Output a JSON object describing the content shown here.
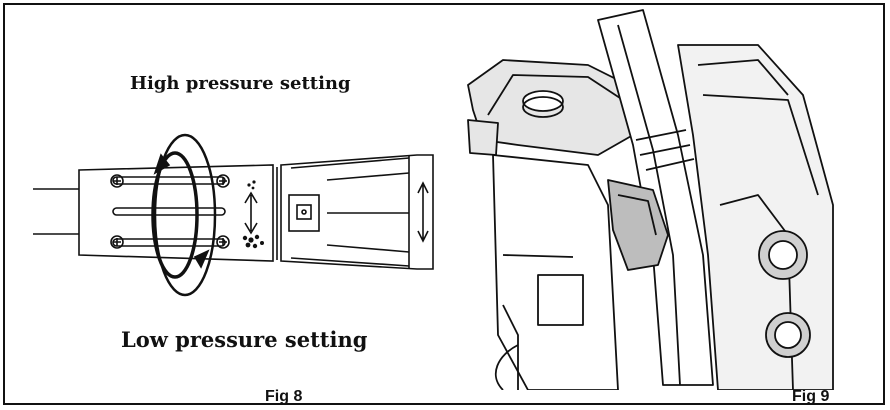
{
  "figure8": {
    "high_label": "High pressure setting",
    "low_label": "Low pressure setting",
    "caption": "Fig 8"
  },
  "figure9": {
    "caption": "Fig 9"
  },
  "colors": {
    "line": "#111111",
    "shade": "#d8d8d8",
    "frame": "#111111"
  }
}
